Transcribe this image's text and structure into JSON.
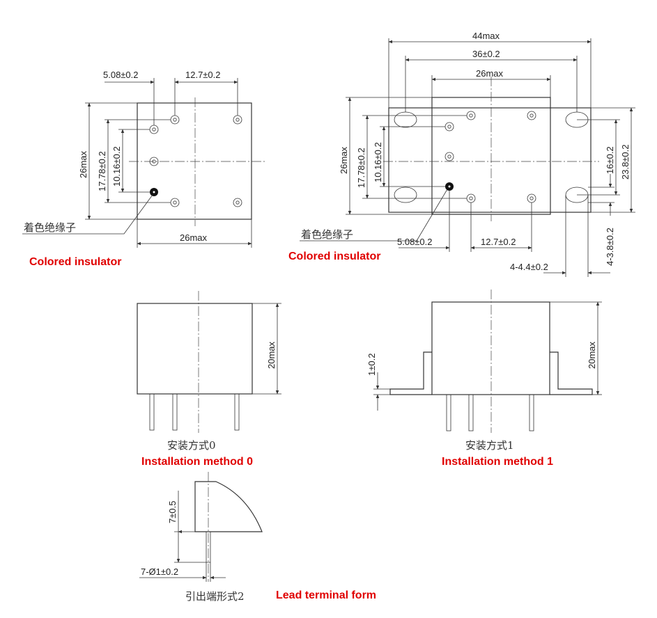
{
  "view_left": {
    "dim_top_left": "5.08±0.2",
    "dim_top_right": "12.7±0.2",
    "dim_height": "26max",
    "dim_17": "17.78±0.2",
    "dim_10": "10.16±0.2",
    "dim_width": "26max",
    "label_cn": "着色绝缘子",
    "label_en": "Colored insulator"
  },
  "view_right": {
    "dim_44": "44max",
    "dim_36": "36±0.2",
    "dim_26w": "26max",
    "dim_26h": "26max",
    "dim_17": "17.78±0.2",
    "dim_10": "10.16±0.2",
    "dim_16": "16±0.2",
    "dim_23": "23.8±0.2",
    "dim_508": "5.08±0.2",
    "dim_127": "12.7±0.2",
    "dim_slot_h": "4-3.8±0.2",
    "dim_slot_w": "4-4.4±0.2",
    "label_cn": "着色绝缘子",
    "label_en": "Colored insulator"
  },
  "install0": {
    "dim_height": "20max",
    "label_cn": "安装方式0",
    "label_en": "Installation method 0"
  },
  "install1": {
    "dim_flange": "1±0.2",
    "dim_height": "20max",
    "label_cn": "安装方式1",
    "label_en": "Installation method 1"
  },
  "terminal": {
    "dim_length": "7±0.5",
    "dim_dia": "7-Ø1±0.2",
    "label_cn": "引出端形式2",
    "label_en": "Lead terminal form"
  }
}
